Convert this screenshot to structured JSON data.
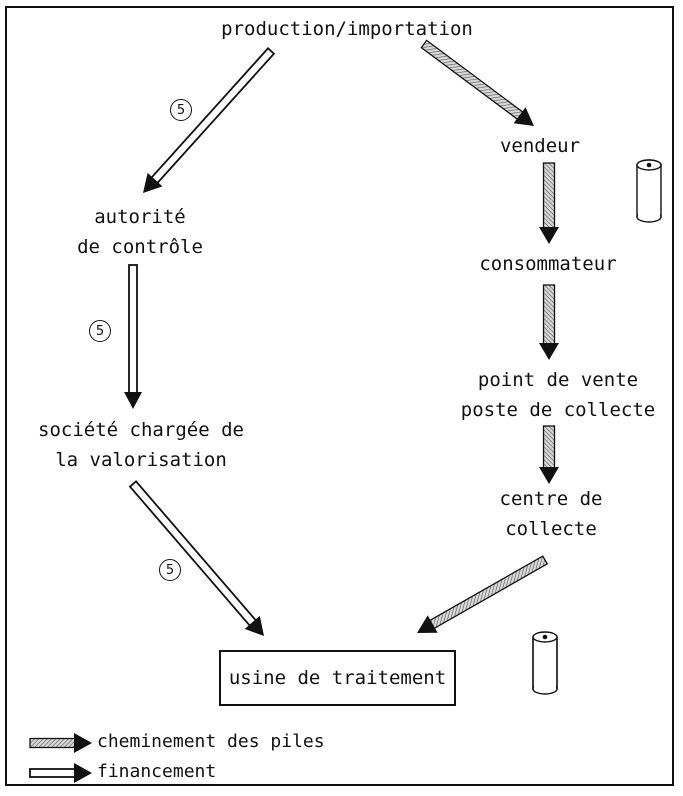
{
  "nodes": {
    "production": "production/importation",
    "vendeur": "vendeur",
    "consommateur": "consommateur",
    "point_de_vente_1": "point de vente",
    "point_de_vente_2": "poste de collecte",
    "centre_collecte_1": "centre de",
    "centre_collecte_2": "collecte",
    "autorite_1": "autorité",
    "autorite_2": "de contrôle",
    "societe_1": "société chargée de",
    "societe_2": "la valorisation",
    "usine": "usine de traitement"
  },
  "badges": {
    "b1": "5",
    "b2": "5",
    "b3": "5"
  },
  "legend": {
    "piles": "cheminement des piles",
    "financement": "financement"
  },
  "icons": [
    "battery-icon",
    "battery-icon"
  ],
  "colors": {
    "line": "#111111",
    "hatch": "#9a9a9a",
    "background": "#ffffff"
  }
}
